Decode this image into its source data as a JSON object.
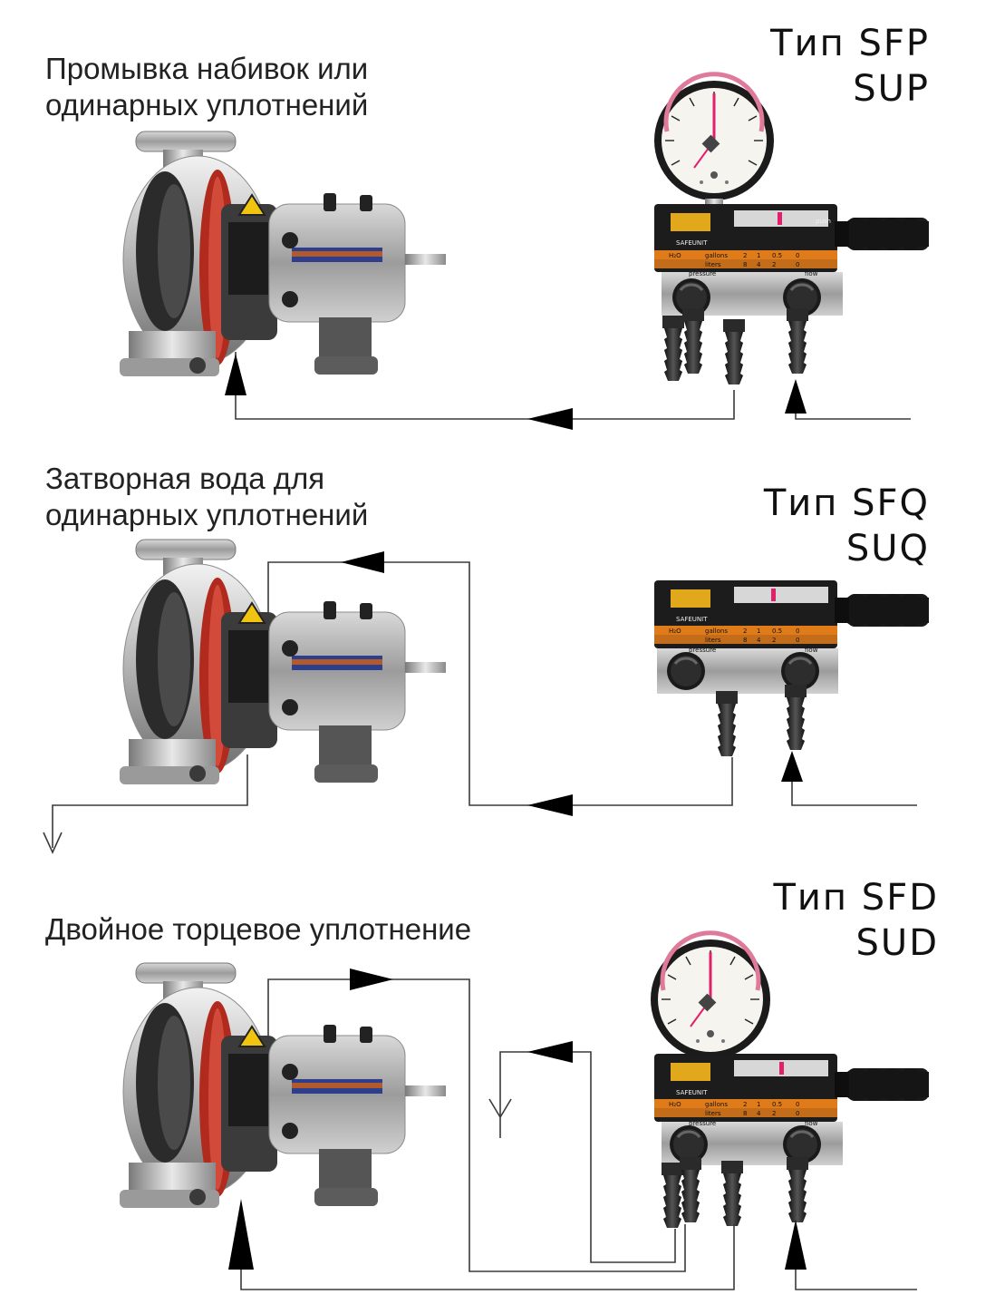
{
  "sections": [
    {
      "description": [
        "Промывка набивок или",
        "одинарных уплотнений"
      ],
      "type_lines": [
        "Тип SFP",
        "SUP"
      ],
      "has_gauge": true
    },
    {
      "description": [
        "Затворная вода для",
        "одинарных уплотнений"
      ],
      "type_lines": [
        "Тип SFQ",
        "SUQ"
      ],
      "has_gauge": false
    },
    {
      "description": [
        "Двойное торцевое уплотнение"
      ],
      "type_lines": [
        "Тип SFD",
        "SUD"
      ],
      "has_gauge": true
    }
  ],
  "unit_labels": {
    "brand": "SAFEUNIT",
    "fluid": "H₂O",
    "row1_label": "gallons",
    "row1_values": [
      "2",
      "1",
      "0.5",
      "0"
    ],
    "row2_label": "liters",
    "row2_values": [
      "8",
      "4",
      "2",
      "0"
    ],
    "port_left": "pressure",
    "port_right": "flow",
    "push_label": "push"
  },
  "colors": {
    "line": "#3a3a3a",
    "arrow": "#000000",
    "pump_red": "#c0392b",
    "unit_orange": "#e07b1a",
    "gauge_needle": "#e0206a"
  }
}
